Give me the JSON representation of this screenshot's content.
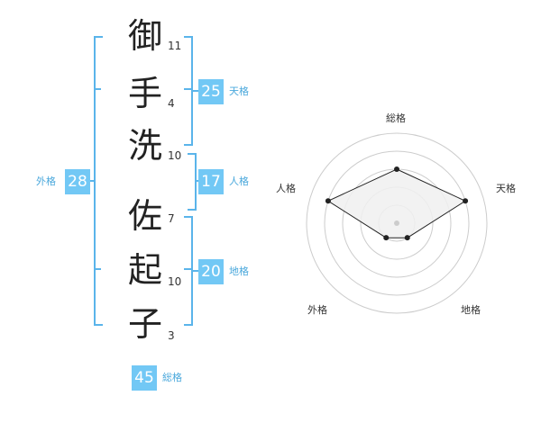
{
  "name_chars": [
    {
      "char": "御",
      "strokes": "11"
    },
    {
      "char": "手",
      "strokes": "4"
    },
    {
      "char": "洗",
      "strokes": "10"
    },
    {
      "char": "佐",
      "strokes": "7"
    },
    {
      "char": "起",
      "strokes": "10"
    },
    {
      "char": "子",
      "strokes": "3"
    }
  ],
  "fortunes": {
    "tenkaku": {
      "value": "25",
      "label": "天格"
    },
    "jinkaku": {
      "value": "17",
      "label": "人格"
    },
    "chikaku": {
      "value": "20",
      "label": "地格"
    },
    "gaikaku": {
      "value": "28",
      "label": "外格"
    },
    "soukaku": {
      "value": "45",
      "label": "総格"
    }
  },
  "radar": {
    "axes": [
      "総格",
      "天格",
      "地格",
      "外格",
      "人格"
    ],
    "levels": 5,
    "max_level": 5,
    "values": [
      3,
      4,
      1,
      1,
      4
    ],
    "line_color": "#222222",
    "fill_color": "#f0f0f0",
    "grid_color": "#cccccc",
    "accent": "#72c8f5"
  }
}
